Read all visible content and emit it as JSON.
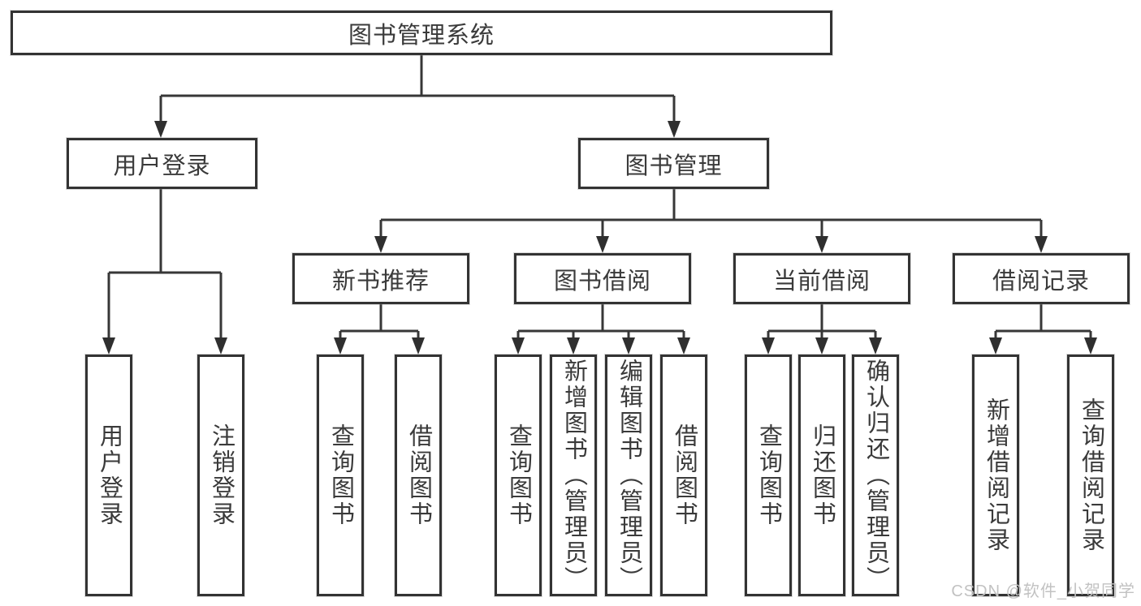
{
  "diagram": {
    "root": {
      "label": "图书管理系统"
    },
    "user_login": {
      "label": "用户登录",
      "children": [
        {
          "label": "用户登录"
        },
        {
          "label": "注销登录"
        }
      ]
    },
    "book_mgmt": {
      "label": "图书管理",
      "children": [
        {
          "label": "新书推荐",
          "children": [
            {
              "label": "查询图书"
            },
            {
              "label": "借阅图书"
            }
          ]
        },
        {
          "label": "图书借阅",
          "children": [
            {
              "label": "查询图书"
            },
            {
              "label": "新增图书（管理员）"
            },
            {
              "label": "编辑图书（管理员）"
            },
            {
              "label": "借阅图书"
            }
          ]
        },
        {
          "label": "当前借阅",
          "children": [
            {
              "label": "查询图书"
            },
            {
              "label": "归还图书"
            },
            {
              "label": "确认归还（管理员）"
            }
          ]
        },
        {
          "label": "借阅记录",
          "children": [
            {
              "label": "新增借阅记录"
            },
            {
              "label": "查询借阅记录"
            }
          ]
        }
      ]
    }
  },
  "watermark": {
    "text": "CSDN @软件_小贺同学"
  },
  "colors": {
    "line": "#373737",
    "box_border": "#333333",
    "text": "#3a3a3a",
    "background": "#ffffff",
    "watermark": "#c2c2c2"
  }
}
